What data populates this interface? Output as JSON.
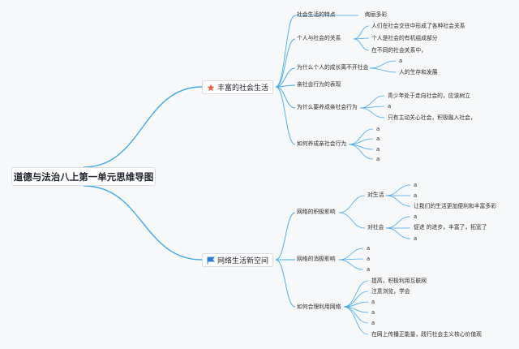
{
  "root": {
    "label": "道德与法治八上第一单元思维导图"
  },
  "branches": [
    {
      "label": "丰富的社会生活",
      "icon": "star-icon",
      "topics": [
        {
          "label": "社会生活的特点",
          "children": [
            "绚丽多彩"
          ]
        },
        {
          "label": "个人与社会的关系",
          "children": [
            "人们在社会交往中形成了各种社会关系",
            "个人是社会的有机组成部分",
            "在不同的社会关系中，"
          ]
        },
        {
          "label": "为什么个人的成长离不开社会",
          "children": [
            "a",
            "人的生存和发展"
          ]
        },
        {
          "label": "亲社会行为的表现",
          "children": []
        },
        {
          "label": "为什么要养成亲社会行为",
          "children": [
            "青少年处于走向社会的，应该树立",
            "a",
            "只有主动关心社会，积极融入社会，"
          ]
        },
        {
          "label": "如何养成亲社会行为",
          "children": [
            "a",
            "a",
            "a",
            "a"
          ]
        }
      ]
    },
    {
      "label": "网络生活新空间",
      "icon": "flag-icon",
      "topics": [
        {
          "label": "网络的积极影响",
          "groups": [
            {
              "label": "对生活",
              "children": [
                "a",
                "a",
                "让我们的生活更加便利和丰富多彩"
              ]
            },
            {
              "label": "对社会",
              "children": [
                "a",
                "促进 的进步，丰富了，拓宽了",
                "a"
              ]
            }
          ]
        },
        {
          "label": "网络的消极影响",
          "children": [
            "a",
            "a",
            "a"
          ]
        },
        {
          "label": "如何合理利用网络",
          "children": [
            "提高，积极利用互联网",
            "注意浏览，学会",
            "a",
            "a",
            "a",
            "在网上传播正能量，践行社会主义核心价值观"
          ]
        }
      ]
    }
  ],
  "colors": {
    "line": "#46a8e6",
    "star": "#e8663d",
    "flag": "#2f7fd8"
  }
}
